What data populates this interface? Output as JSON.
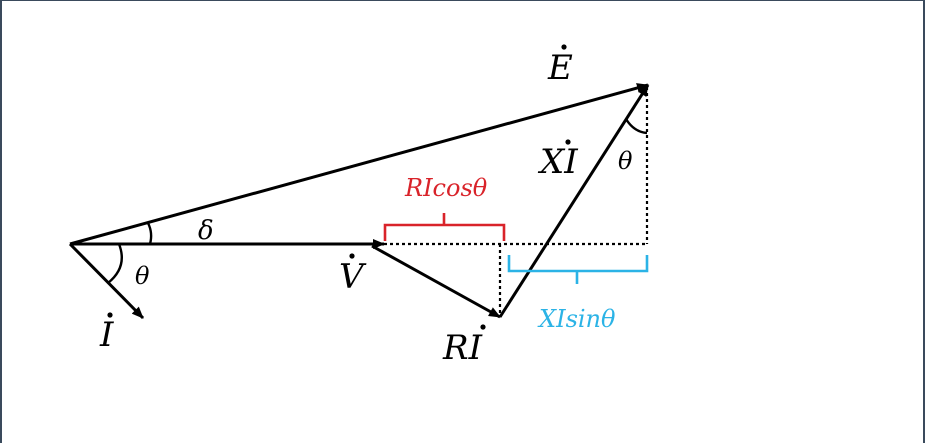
{
  "labels": {
    "E": "E",
    "V": "V",
    "I": "I",
    "RI": "RI",
    "XI": "XI",
    "delta": "δ",
    "theta_bottom": "θ",
    "theta_top": "θ",
    "ricos": "RIcosθ",
    "xisin": "XIsinθ"
  },
  "colors": {
    "ink": "#000000",
    "ricos": "#d9232a",
    "xisin": "#2bb3e6"
  }
}
